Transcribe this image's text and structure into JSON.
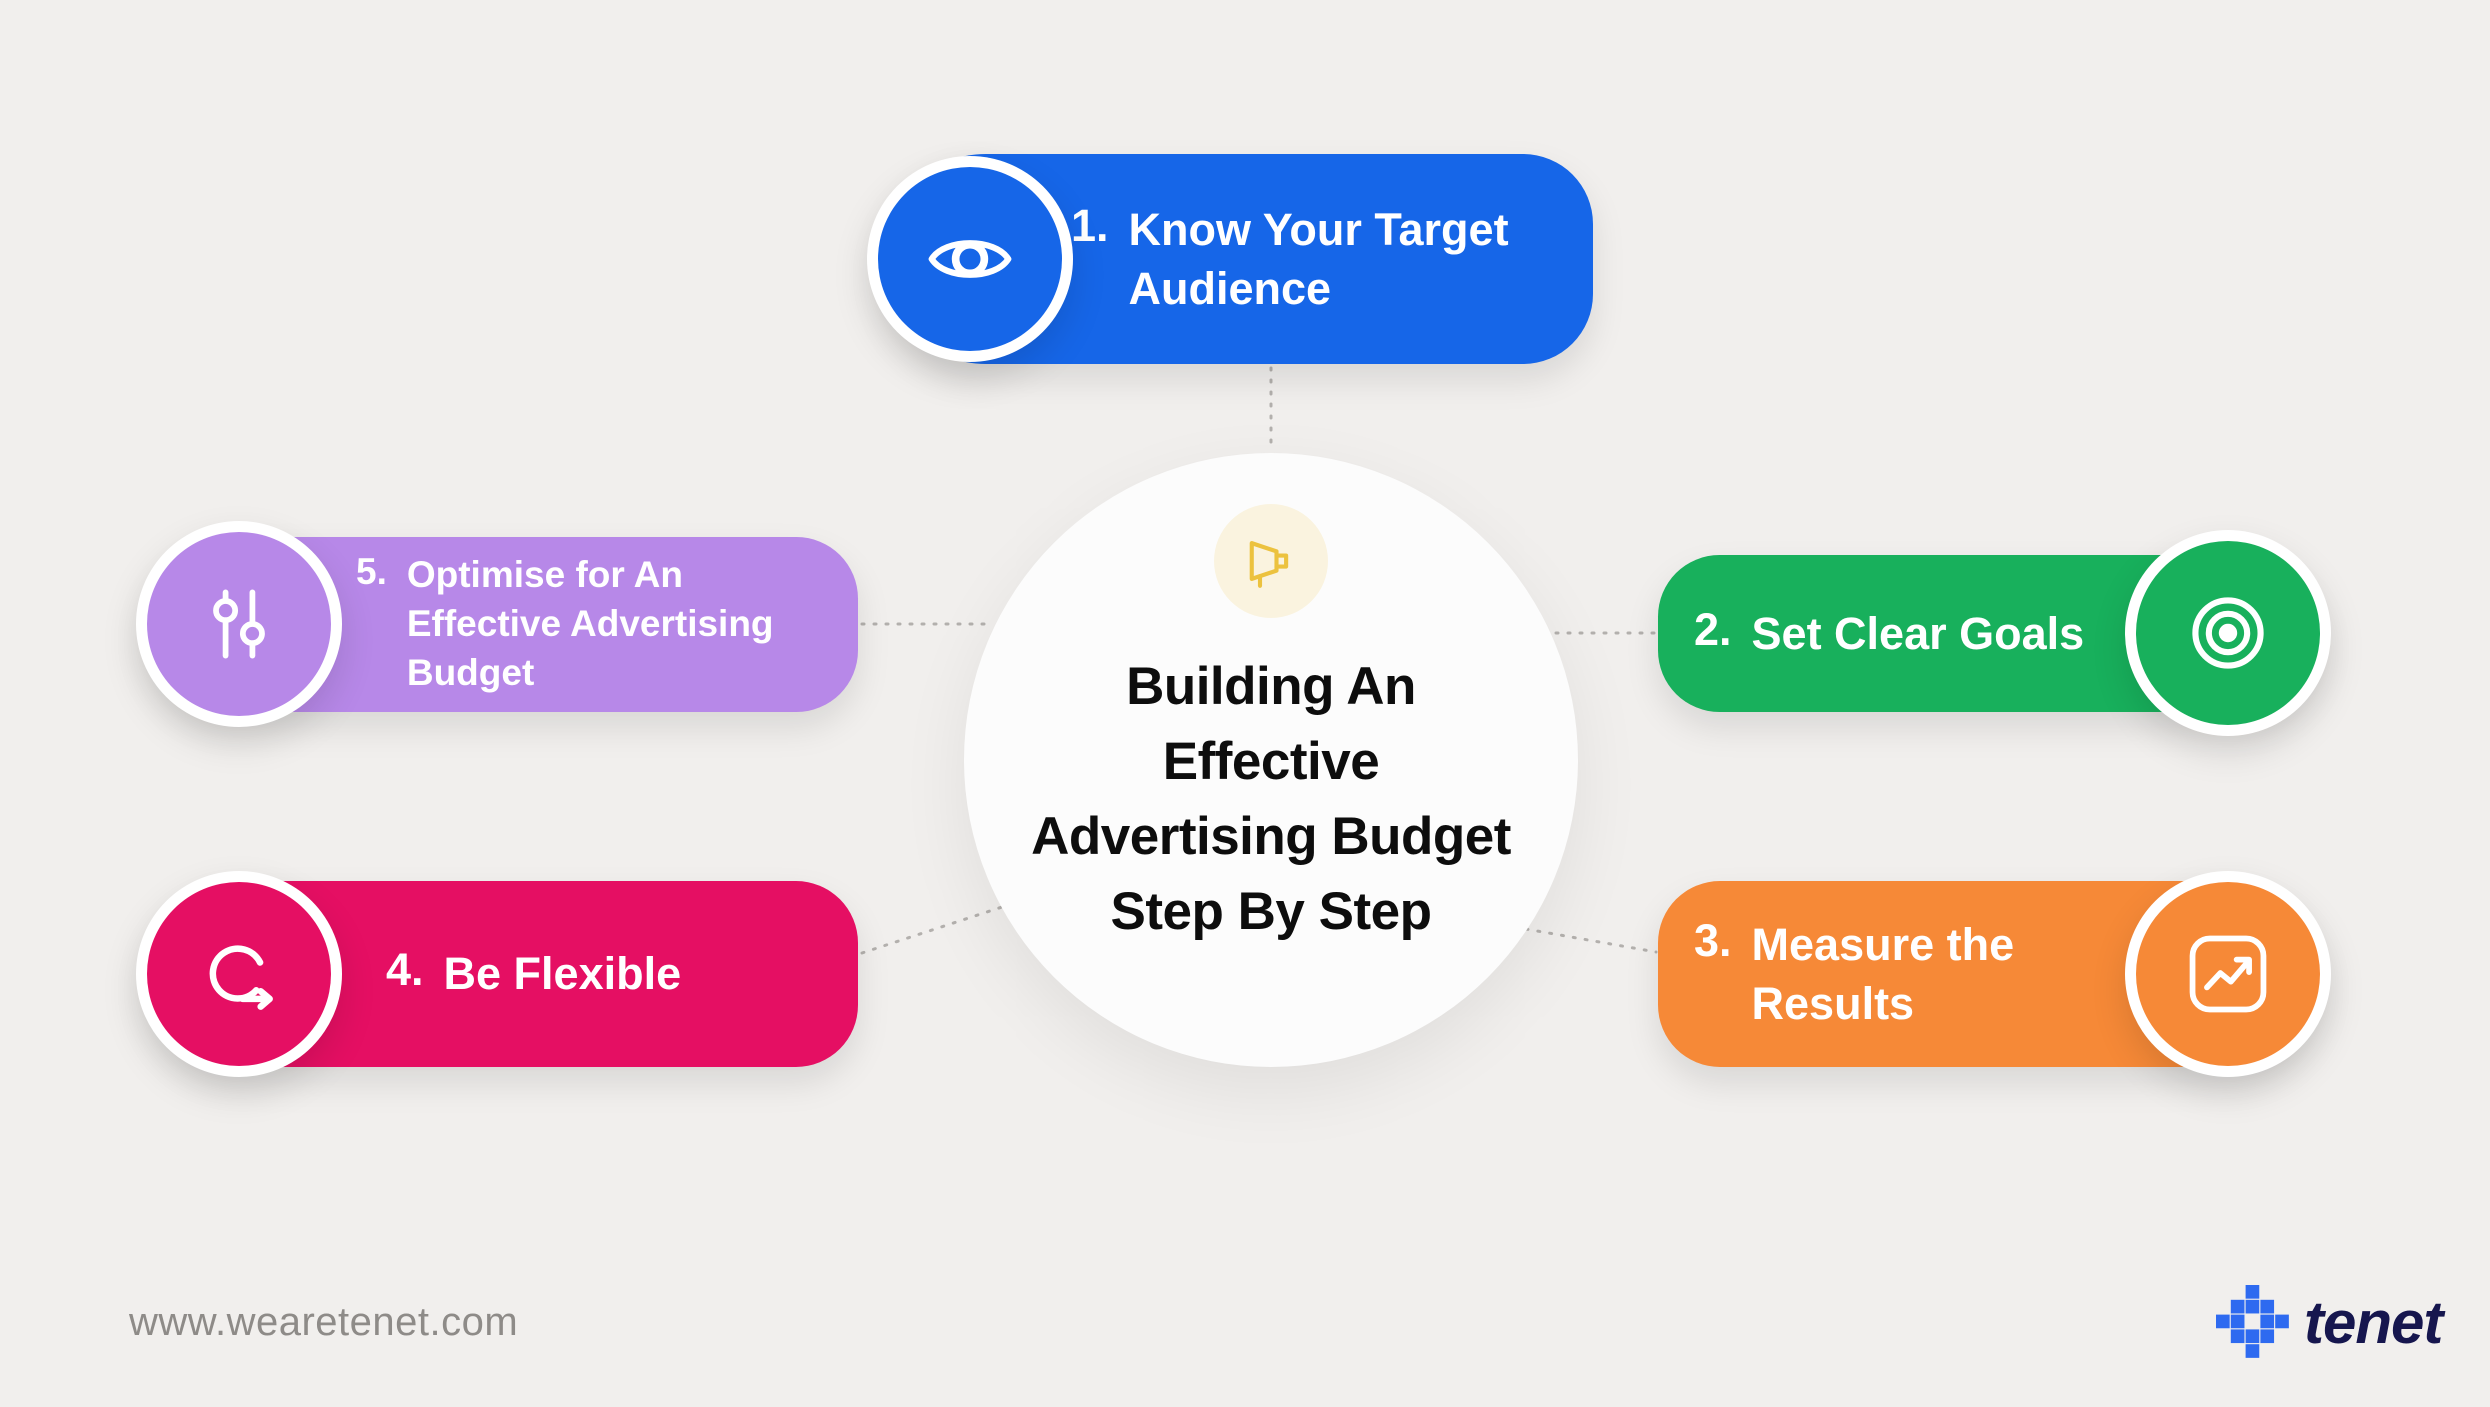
{
  "background_color": "#f1efed",
  "connector_color": "#b3b0ad",
  "center": {
    "title_lines": [
      "Building An",
      "Effective",
      "Advertising Budget",
      "Step By Step"
    ],
    "circle_color": "#fcfcfc",
    "icon": "megaphone-icon",
    "icon_color": "#ecc23f",
    "badge_bg": "#faf3df"
  },
  "steps": [
    {
      "number": "1.",
      "label": "Know Your Target Audience",
      "color": "#1666e8",
      "icon": "eye-icon"
    },
    {
      "number": "2.",
      "label": "Set Clear Goals",
      "color": "#18b05c",
      "icon": "target-icon"
    },
    {
      "number": "3.",
      "label": "Measure the Results",
      "color": "#f68937",
      "icon": "line-chart-icon"
    },
    {
      "number": "4.",
      "label": "Be Flexible",
      "color": "#e50f63",
      "icon": "loop-arrow-icon"
    },
    {
      "number": "5.",
      "label": "Optimise for An Effective Advertising Budget",
      "color": "#b788e8",
      "icon": "sliders-icon"
    }
  ],
  "footer": {
    "website": "www.wearetenet.com",
    "brand": "tenet",
    "brand_color": "#16164e",
    "brand_icon_color": "#2e6af0"
  }
}
